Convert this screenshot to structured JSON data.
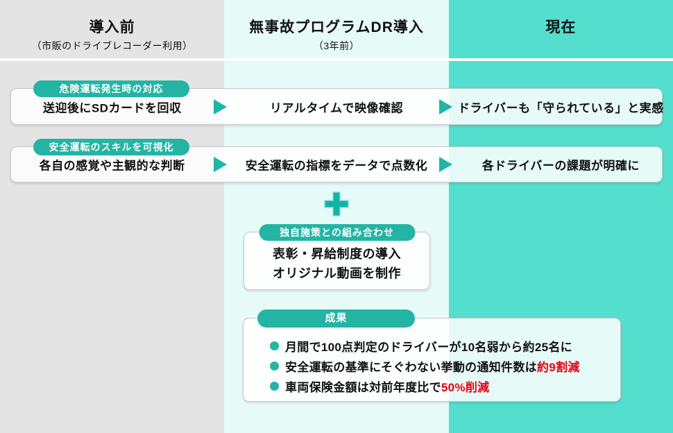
{
  "palette": {
    "column_before_bg": "#e4e4e4",
    "column_during_bg": "#e6faf7",
    "column_now_bg": "#53decd",
    "accent_teal": "#23b4a4",
    "highlight_red": "#e60012"
  },
  "header": {
    "columns": [
      {
        "title": "導入前",
        "subtitle": "（市販のドライブレコーダー利用）"
      },
      {
        "title": "無事故プログラムDR導入",
        "subtitle": "（3年前）"
      },
      {
        "title": "現在",
        "subtitle": ""
      }
    ]
  },
  "rows": [
    {
      "badge": "危険運転発生時の対応",
      "before": "送迎後にSDカードを回収",
      "during": "リアルタイムで映像確認",
      "now": "ドライバーも「守られている」と実感"
    },
    {
      "badge": "安全運転のスキルを可視化",
      "before": "各自の感覚や主観的な判断",
      "during": "安全運転の指標をデータで点数化",
      "now": "各ドライバーの課題が明確に"
    }
  ],
  "extra_box": {
    "badge": "独自施策との組み合わせ",
    "lines": [
      "表彰・昇給制度の導入",
      "オリジナル動画を制作"
    ]
  },
  "results": {
    "badge": "成果",
    "items": [
      {
        "text": "月間で100点判定のドライバーが10名弱から約25名に",
        "highlight": ""
      },
      {
        "text": "安全運転の基準にそぐわない挙動の通知件数は",
        "highlight": "約9割減"
      },
      {
        "text": "車両保険金額は対前年度比で",
        "highlight": "50%削減"
      }
    ]
  }
}
